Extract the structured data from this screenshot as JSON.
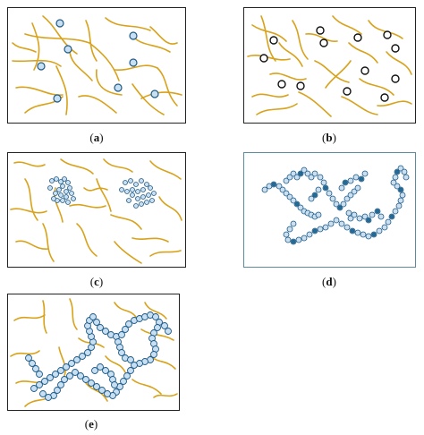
{
  "panels": [
    {
      "id": "a",
      "caption": "(a)"
    },
    {
      "id": "b",
      "caption": "(b)"
    },
    {
      "id": "c",
      "caption": "(c)"
    },
    {
      "id": "d",
      "caption": "(d)"
    },
    {
      "id": "e",
      "caption": "(e)"
    }
  ],
  "colors": {
    "fiber": "#d8a21a",
    "frame": "#222222",
    "frame_d": "#5e8aa0",
    "particle_fill": "#c9dff2",
    "particle_stroke": "#1e5a86",
    "particle_dark": "#1f6f9c",
    "bg": "#ffffff"
  }
}
